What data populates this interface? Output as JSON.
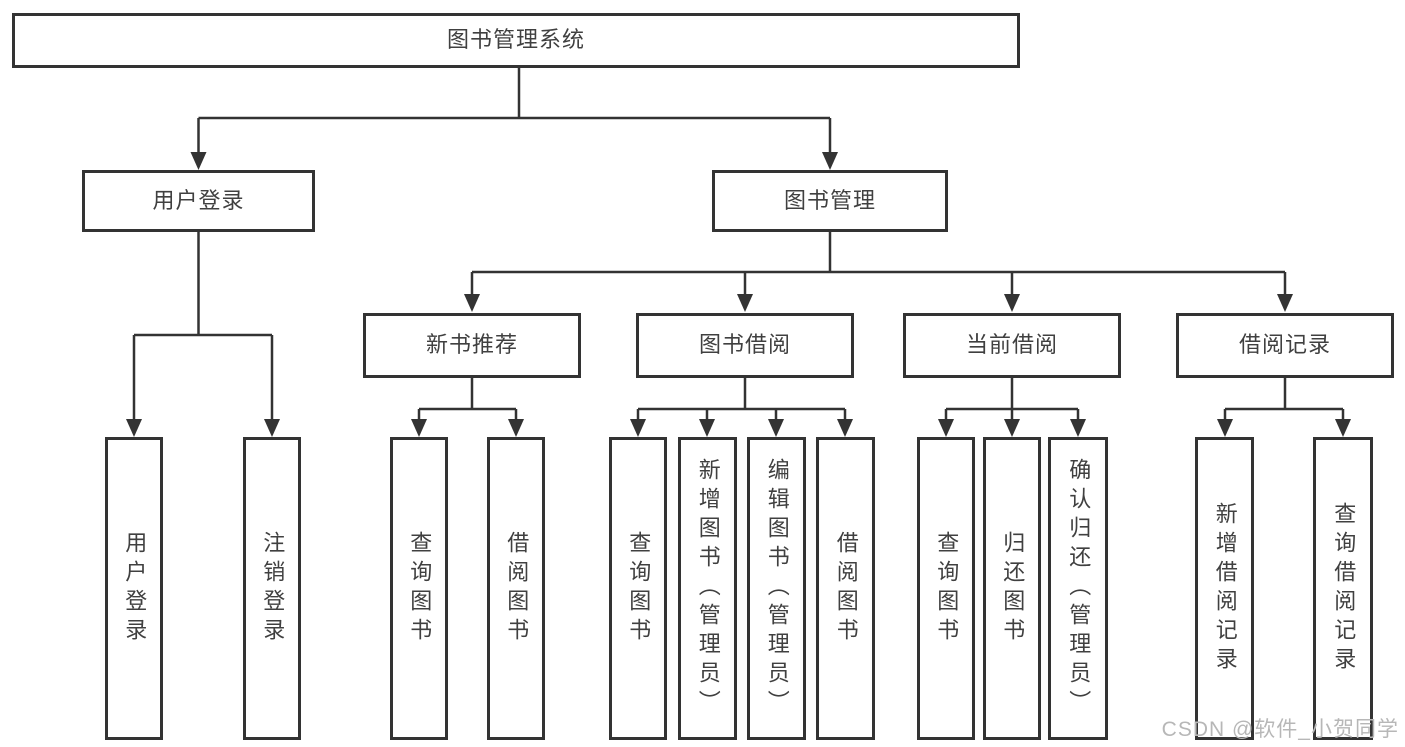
{
  "diagram": {
    "root": "图书管理系统",
    "branches": [
      {
        "label": "用户登录",
        "children": [
          "用户登录",
          "注销登录"
        ]
      },
      {
        "label": "图书管理",
        "groups": [
          {
            "label": "新书推荐",
            "children": [
              "查询图书",
              "借阅图书"
            ]
          },
          {
            "label": "图书借阅",
            "children": [
              "查询图书",
              "新增图书（管理员）",
              "编辑图书（管理员）",
              "借阅图书"
            ]
          },
          {
            "label": "当前借阅",
            "children": [
              "查询图书",
              "归还图书",
              "确认归还（管理员）"
            ]
          },
          {
            "label": "借阅记录",
            "children": [
              "新增借阅记录",
              "查询借阅记录"
            ]
          }
        ]
      }
    ]
  },
  "colors": {
    "line": "#333333",
    "text": "#404040",
    "background": "#ffffff",
    "watermark": "#b7b7b7"
  },
  "watermark": "CSDN @软件_小贺同学"
}
